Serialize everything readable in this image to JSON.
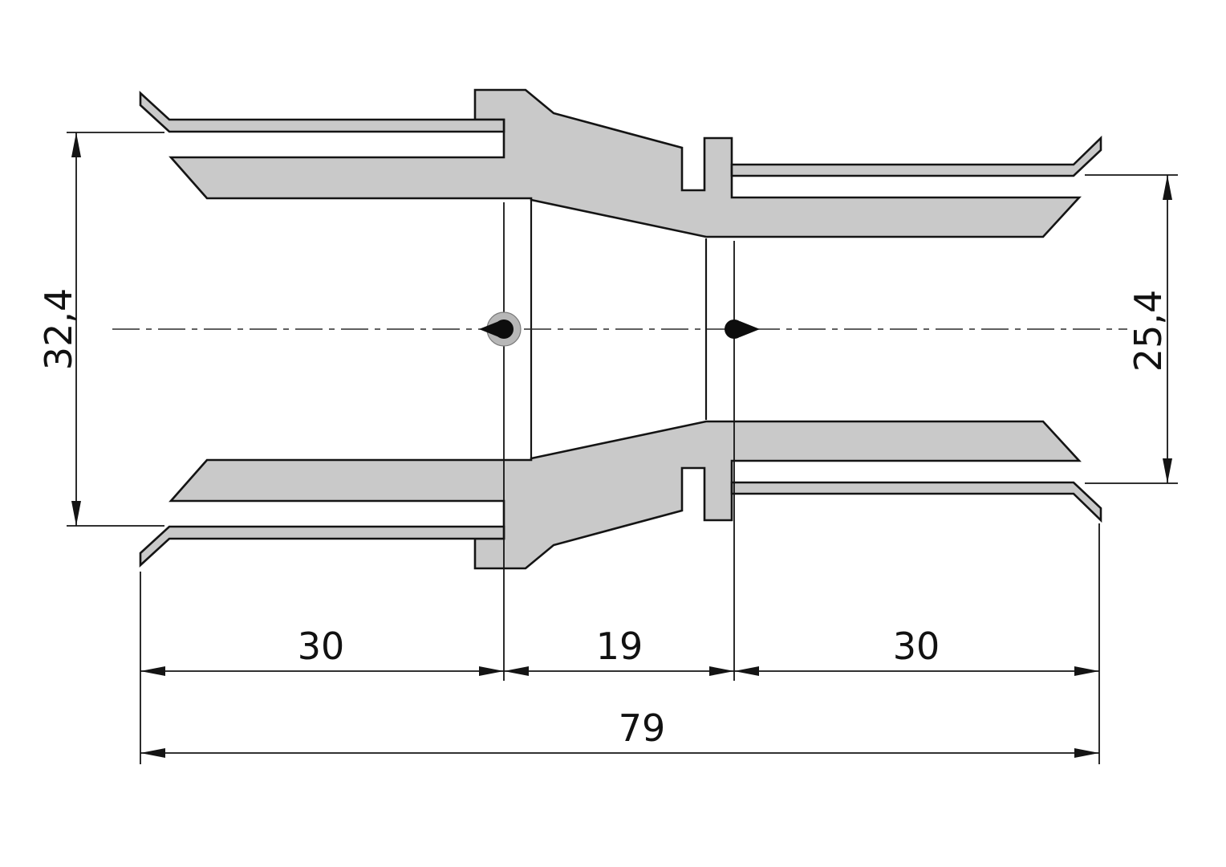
{
  "dimensions": {
    "left_outer_diameter": "32,4",
    "right_outer_diameter": "25,4",
    "segment_left": "30",
    "segment_middle": "19",
    "segment_right": "30",
    "overall_length": "79"
  },
  "colors": {
    "section_fill": "#c9c9c9",
    "outline": "#141414",
    "background": "#ffffff"
  }
}
